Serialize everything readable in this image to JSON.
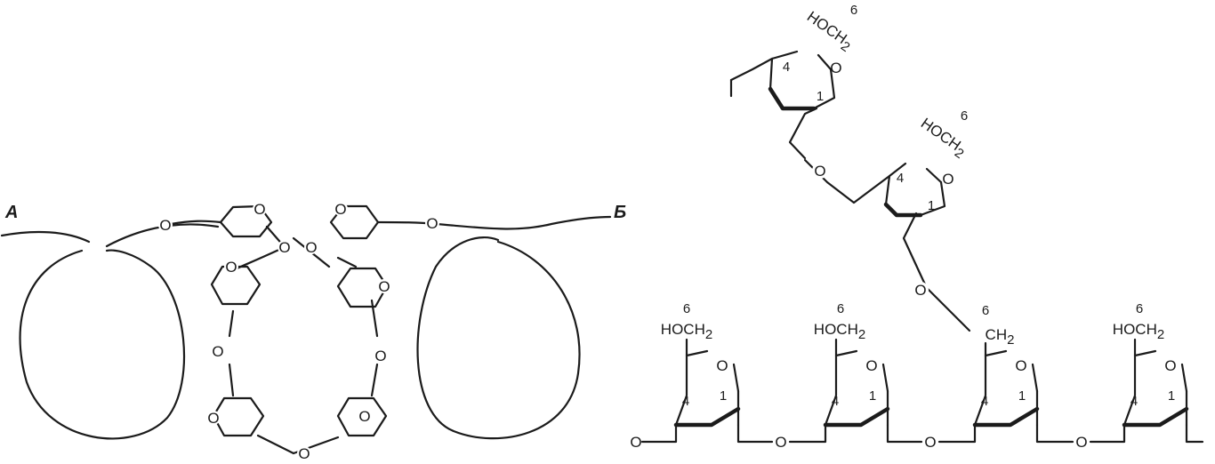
{
  "panels": {
    "a": "A",
    "b": "Б"
  },
  "atoms": {
    "oxygen": "O"
  },
  "groups": {
    "hoch2": "HOCH2",
    "ch2": "CH2",
    "sub2": "2",
    "hoc": "HOC",
    "c": "C"
  },
  "positions": {
    "c1": "1",
    "c4": "4",
    "c6": "6"
  }
}
